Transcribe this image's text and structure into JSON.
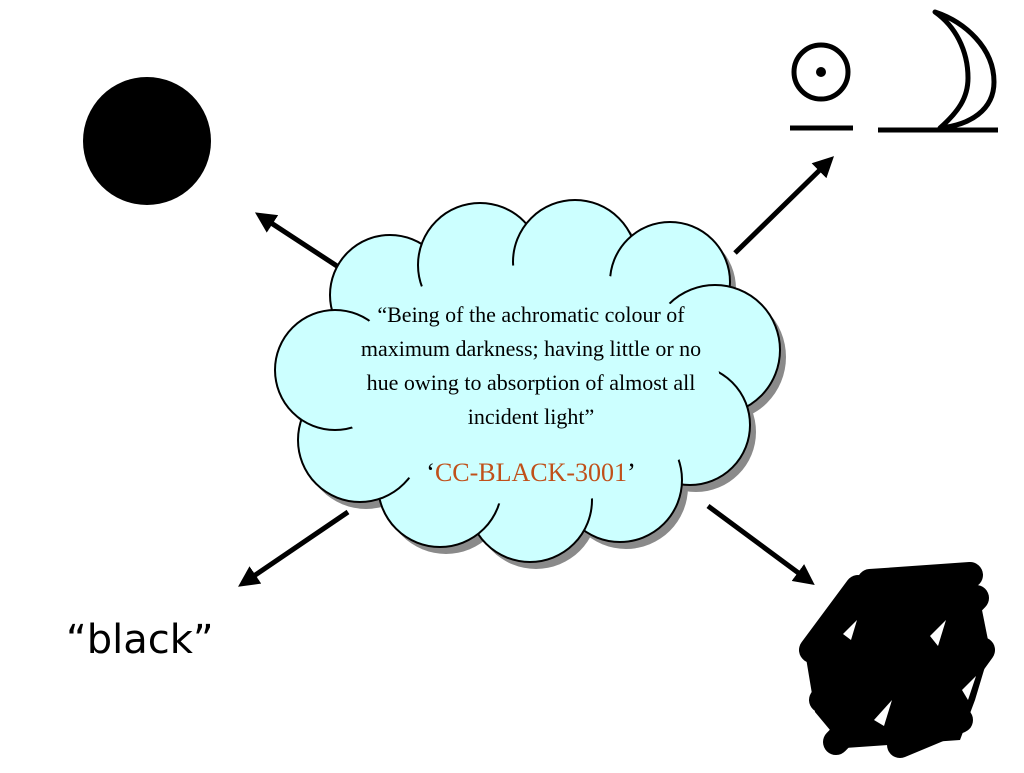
{
  "definition": {
    "lines": [
      "“Being of the achromatic colour of",
      "maximum darkness; having little or no",
      "hue owing to absorption of almost all",
      "incident light”"
    ]
  },
  "concept_code": {
    "open_quote": "‘",
    "code": "CC-BLACK-3001",
    "close_quote": "’",
    "code_color": "#C0501A"
  },
  "term": {
    "text": "“black”"
  },
  "colors": {
    "cloud_fill": "#CCFFFF",
    "cloud_outline": "#000000",
    "arrow": "#000000",
    "symbols": "#000000"
  },
  "icons": [
    "black-circle-icon",
    "sun-symbol-icon",
    "moon-symbol-icon",
    "black-scribble-icon"
  ]
}
